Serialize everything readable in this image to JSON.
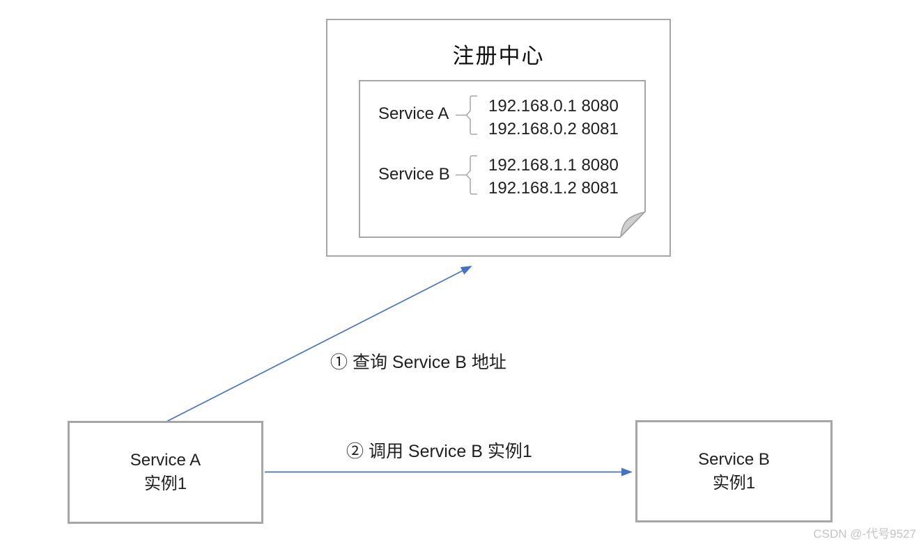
{
  "registry": {
    "title": "注册中心",
    "entries": [
      {
        "name": "Service A",
        "addresses": [
          "192.168.0.1 8080",
          "192.168.0.2 8081"
        ]
      },
      {
        "name": "Service B",
        "addresses": [
          "192.168.1.1 8080",
          "192.168.1.2 8081"
        ]
      }
    ]
  },
  "nodes": {
    "service_a": {
      "title": "Service A",
      "subtitle": "实例1"
    },
    "service_b": {
      "title": "Service B",
      "subtitle": "实例1"
    }
  },
  "arrows": {
    "query": {
      "label": "① 查询 Service B 地址"
    },
    "call": {
      "label": "② 调用 Service B 实例1"
    }
  },
  "watermark": "CSDN @-代号9527",
  "colors": {
    "arrow_blue": "#4472C4",
    "box_border": "#a6a6a6",
    "fold_fill": "#cfcfcf",
    "text": "#1f1f1f",
    "watermark_gray": "#c4c4c4"
  }
}
